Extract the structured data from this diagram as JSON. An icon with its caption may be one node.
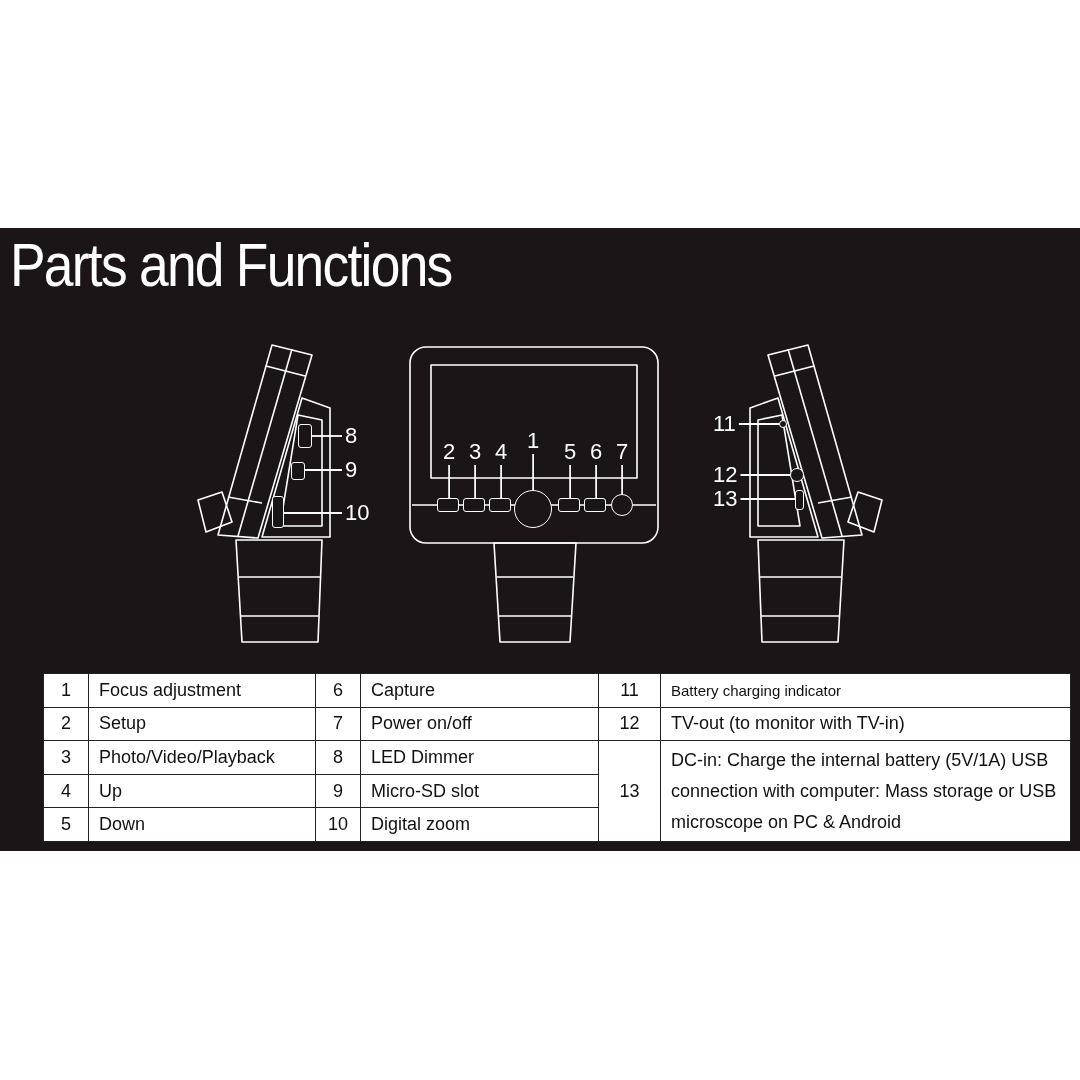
{
  "diagram": {
    "title": "Parts and Functions",
    "nodes": [
      {
        "text": [
          "8"
        ]
      },
      {
        "text": [
          "9"
        ]
      },
      {
        "text": [
          "10"
        ]
      },
      {
        "text": [
          "2"
        ]
      },
      {
        "text": [
          "3"
        ]
      },
      {
        "text": [
          "4"
        ]
      },
      {
        "text": [
          "1"
        ]
      },
      {
        "text": [
          "5"
        ]
      },
      {
        "text": [
          "6"
        ]
      },
      {
        "text": [
          "7"
        ]
      },
      {
        "text": [
          "11"
        ]
      },
      {
        "text": [
          "12"
        ]
      },
      {
        "text": [
          "13"
        ]
      },
      {
        "text": [],
        "shape": "box"
      },
      {
        "text": [],
        "shape": "box"
      },
      {
        "text": [],
        "shape": "box"
      },
      {
        "text": [],
        "shape": "box"
      },
      {
        "text": [],
        "shape": "box"
      },
      {
        "text": [],
        "shape": "box"
      },
      {
        "text": [],
        "shape": "circle"
      },
      {
        "text": [],
        "shape": "box"
      },
      {
        "text": [],
        "shape": "box"
      },
      {
        "text": [],
        "shape": "circle"
      },
      {
        "text": [],
        "shape": "circle"
      },
      {
        "text": [],
        "shape": "circle"
      },
      {
        "text": [],
        "shape": "box"
      }
    ],
    "edges": [
      {
        "from": 0,
        "to": 13,
        "arrow": "none"
      },
      {
        "from": 1,
        "to": 14,
        "arrow": "none"
      },
      {
        "from": 2,
        "to": 15,
        "arrow": "none"
      },
      {
        "from": 3,
        "to": 16,
        "arrow": "none"
      },
      {
        "from": 4,
        "to": 17,
        "arrow": "none"
      },
      {
        "from": 5,
        "to": 18,
        "arrow": "none"
      },
      {
        "from": 6,
        "to": 19,
        "arrow": "none"
      },
      {
        "from": 7,
        "to": 20,
        "arrow": "none"
      },
      {
        "from": 8,
        "to": 21,
        "arrow": "none"
      },
      {
        "from": 9,
        "to": 22,
        "arrow": "none"
      },
      {
        "from": 10,
        "to": 23,
        "arrow": "none"
      },
      {
        "from": 11,
        "to": 24,
        "arrow": "none"
      },
      {
        "from": 12,
        "to": 25,
        "arrow": "none"
      }
    ],
    "labels": [
      "1",
      "Focus adjustment",
      "6",
      "Capture",
      "11",
      "Battery charging indicator",
      "2",
      "Setup",
      "7",
      "Power on/off",
      "12",
      "TV-out (to monitor with TV-in)",
      "3",
      "Photo/Video/Playback",
      "8",
      "LED Dimmer",
      "13",
      "DC-in: Charge the internal battery (5V/1A) USB connection with computer: Mass storage or USB microscope on PC & Android",
      "4",
      "Up",
      "9",
      "Micro-SD slot",
      "5",
      "Down",
      "10",
      "Digital zoom"
    ]
  }
}
